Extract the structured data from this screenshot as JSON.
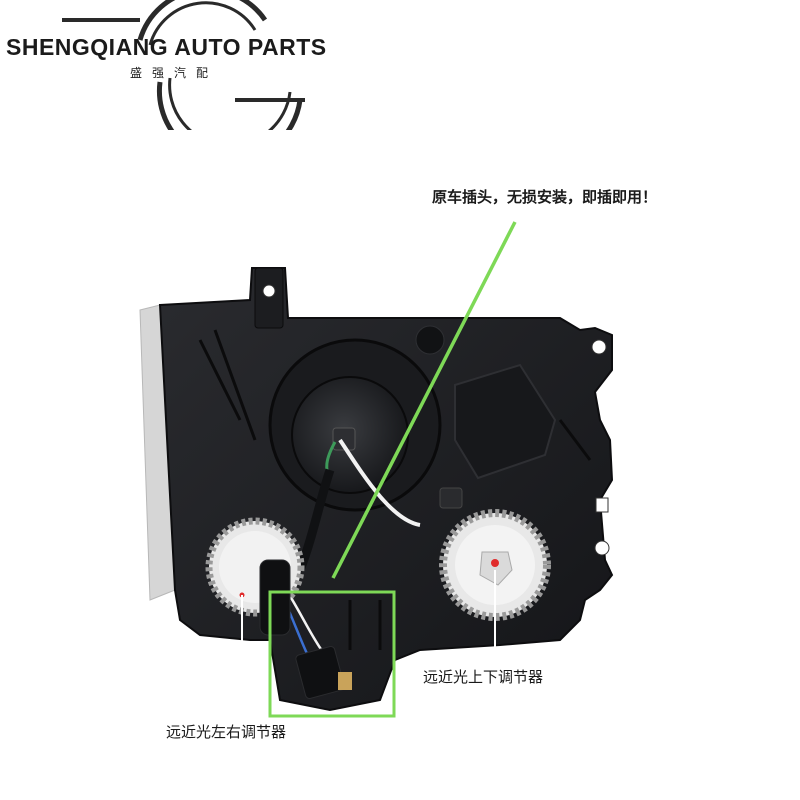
{
  "brand": {
    "name": "SHENGQIANG AUTO PARTS",
    "name_cn": "盛强汽配"
  },
  "callouts": {
    "plug": "原车插头，无损安装，即插即用！",
    "vertical_adjuster": "远近光上下调节器",
    "horizontal_adjuster": "远近光左右调节器"
  },
  "colors": {
    "highlight": "#7ed957",
    "housing": "#1e1f22",
    "gear": "#eeeeee"
  }
}
